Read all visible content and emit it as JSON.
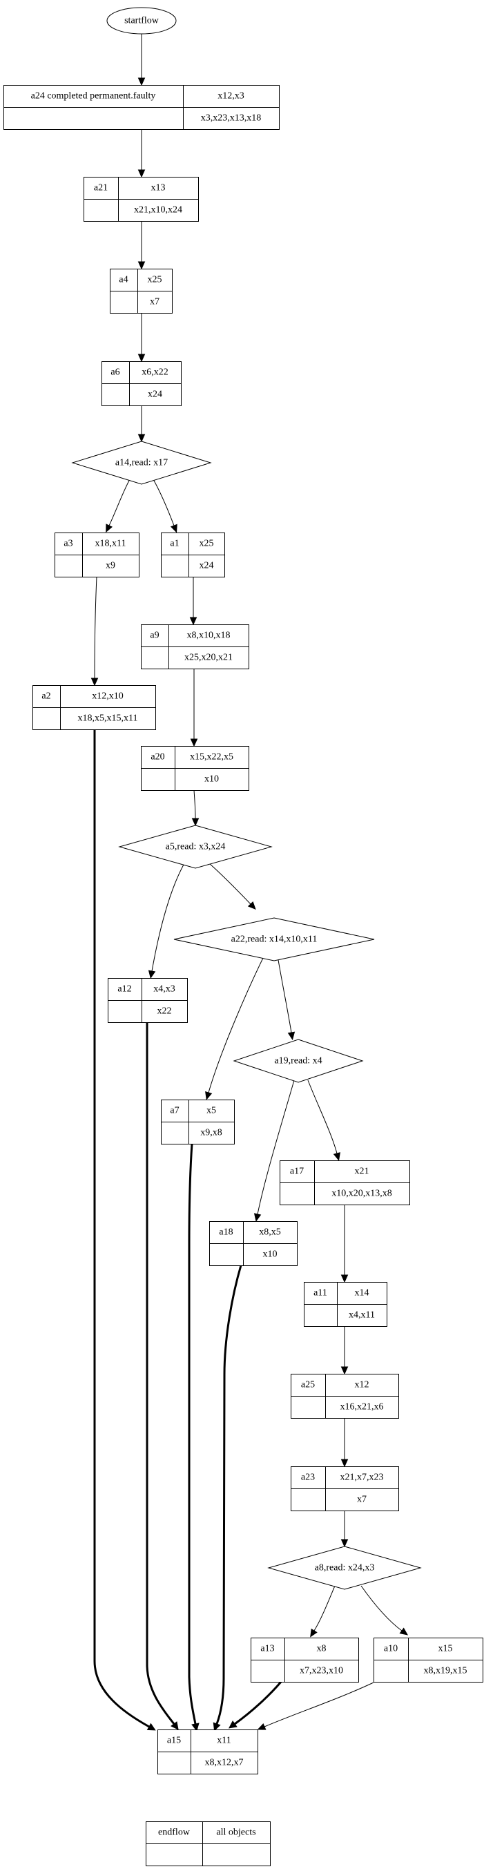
{
  "diagram": {
    "type": "flowchart",
    "start": {
      "id": "startflow",
      "label": "startflow",
      "shape": "ellipse"
    },
    "nodes": [
      {
        "id": "a24",
        "shape": "record",
        "label": "a24  completed permanent.faulty",
        "top": "x12,x3",
        "bottom": "x3,x23,x13,x18"
      },
      {
        "id": "a21",
        "shape": "record",
        "label": "a21",
        "top": "x13",
        "bottom": "x21,x10,x24"
      },
      {
        "id": "a4",
        "shape": "record",
        "label": "a4",
        "top": "x25",
        "bottom": "x7"
      },
      {
        "id": "a6",
        "shape": "record",
        "label": "a6",
        "top": "x6,x22",
        "bottom": "x24"
      },
      {
        "id": "a14",
        "shape": "diamond",
        "label": "a14,read: x17"
      },
      {
        "id": "a3",
        "shape": "record",
        "label": "a3",
        "top": "x18,x11",
        "bottom": "x9"
      },
      {
        "id": "a1",
        "shape": "record",
        "label": "a1",
        "top": "x25",
        "bottom": "x24"
      },
      {
        "id": "a9",
        "shape": "record",
        "label": "a9",
        "top": "x8,x10,x18",
        "bottom": "x25,x20,x21"
      },
      {
        "id": "a2",
        "shape": "record",
        "label": "a2",
        "top": "x12,x10",
        "bottom": "x18,x5,x15,x11"
      },
      {
        "id": "a20",
        "shape": "record",
        "label": "a20",
        "top": "x15,x22,x5",
        "bottom": "x10"
      },
      {
        "id": "a5",
        "shape": "diamond",
        "label": "a5,read: x3,x24"
      },
      {
        "id": "a22",
        "shape": "diamond",
        "label": "a22,read: x14,x10,x11"
      },
      {
        "id": "a12",
        "shape": "record",
        "label": "a12",
        "top": "x4,x3",
        "bottom": "x22"
      },
      {
        "id": "a19",
        "shape": "diamond",
        "label": "a19,read: x4"
      },
      {
        "id": "a7",
        "shape": "record",
        "label": "a7",
        "top": "x5",
        "bottom": "x9,x8"
      },
      {
        "id": "a17",
        "shape": "record",
        "label": "a17",
        "top": "x21",
        "bottom": "x10,x20,x13,x8"
      },
      {
        "id": "a18",
        "shape": "record",
        "label": "a18",
        "top": "x8,x5",
        "bottom": "x10"
      },
      {
        "id": "a11",
        "shape": "record",
        "label": "a11",
        "top": "x14",
        "bottom": "x4,x11"
      },
      {
        "id": "a25",
        "shape": "record",
        "label": "a25",
        "top": "x12",
        "bottom": "x16,x21,x6"
      },
      {
        "id": "a23",
        "shape": "record",
        "label": "a23",
        "top": "x21,x7,x23",
        "bottom": "x7"
      },
      {
        "id": "a8",
        "shape": "diamond",
        "label": "a8,read: x24,x3"
      },
      {
        "id": "a13",
        "shape": "record",
        "label": "a13",
        "top": "x8",
        "bottom": "x7,x23,x10"
      },
      {
        "id": "a10",
        "shape": "record",
        "label": "a10",
        "top": "x15",
        "bottom": "x8,x19,x15"
      },
      {
        "id": "a15",
        "shape": "record",
        "label": "a15",
        "top": "x11",
        "bottom": "x8,x12,x7"
      },
      {
        "id": "endflow",
        "shape": "record",
        "label": "endflow",
        "top": "all objects",
        "bottom": ""
      }
    ],
    "edges": [
      {
        "from": "startflow",
        "to": "a24",
        "style": "normal"
      },
      {
        "from": "a24",
        "to": "a21",
        "style": "normal"
      },
      {
        "from": "a21",
        "to": "a4",
        "style": "normal"
      },
      {
        "from": "a4",
        "to": "a6",
        "style": "normal"
      },
      {
        "from": "a6",
        "to": "a14",
        "style": "normal"
      },
      {
        "from": "a14",
        "to": "a3",
        "style": "normal"
      },
      {
        "from": "a14",
        "to": "a1",
        "style": "normal"
      },
      {
        "from": "a3",
        "to": "a2",
        "style": "normal"
      },
      {
        "from": "a1",
        "to": "a9",
        "style": "normal"
      },
      {
        "from": "a9",
        "to": "a20",
        "style": "normal"
      },
      {
        "from": "a20",
        "to": "a5",
        "style": "normal"
      },
      {
        "from": "a5",
        "to": "a12",
        "style": "normal"
      },
      {
        "from": "a5",
        "to": "a22",
        "style": "normal"
      },
      {
        "from": "a22",
        "to": "a7",
        "style": "normal"
      },
      {
        "from": "a22",
        "to": "a19",
        "style": "normal"
      },
      {
        "from": "a19",
        "to": "a18",
        "style": "normal"
      },
      {
        "from": "a19",
        "to": "a17",
        "style": "normal"
      },
      {
        "from": "a17",
        "to": "a11",
        "style": "normal"
      },
      {
        "from": "a11",
        "to": "a25",
        "style": "normal"
      },
      {
        "from": "a25",
        "to": "a23",
        "style": "normal"
      },
      {
        "from": "a23",
        "to": "a8",
        "style": "normal"
      },
      {
        "from": "a8",
        "to": "a13",
        "style": "normal"
      },
      {
        "from": "a8",
        "to": "a10",
        "style": "normal"
      },
      {
        "from": "a2",
        "to": "a15",
        "style": "bold"
      },
      {
        "from": "a12",
        "to": "a15",
        "style": "bold"
      },
      {
        "from": "a7",
        "to": "a15",
        "style": "bold"
      },
      {
        "from": "a18",
        "to": "a15",
        "style": "bold"
      },
      {
        "from": "a13",
        "to": "a15",
        "style": "bold"
      },
      {
        "from": "a10",
        "to": "a15",
        "style": "normal"
      },
      {
        "from": "a15",
        "to": "endflow",
        "style": "normal"
      }
    ]
  }
}
